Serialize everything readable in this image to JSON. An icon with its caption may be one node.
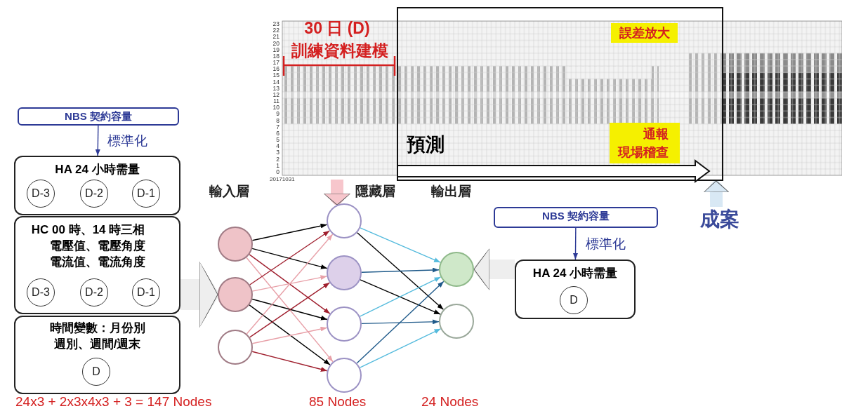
{
  "diagram": {
    "nodes": [
      {
        "text": [
          "NBS 契約容量"
        ]
      },
      {
        "text": [
          "HA 24 小時需量"
        ]
      },
      {
        "text": [
          "D-3"
        ],
        "in": 1
      },
      {
        "text": [
          "D-2"
        ],
        "in": 1
      },
      {
        "text": [
          "D-1"
        ],
        "in": 1
      },
      {
        "text": [
          "HC 00 時、14 時三相電壓值、電壓角度電流值、電流角度"
        ]
      },
      {
        "text": [
          "D-3"
        ],
        "in": 5
      },
      {
        "text": [
          "D-2"
        ],
        "in": 5
      },
      {
        "text": [
          "D-1"
        ],
        "in": 5
      },
      {
        "text": [
          "時間變數：月份別週別、週間/週末"
        ]
      },
      {
        "text": [
          "D"
        ],
        "in": 9
      },
      {
        "text": [],
        "shape": "circle"
      },
      {
        "text": [],
        "shape": "circle"
      },
      {
        "text": [],
        "shape": "circle"
      },
      {
        "text": [],
        "shape": "circle"
      },
      {
        "text": [],
        "shape": "circle"
      },
      {
        "text": [],
        "shape": "circle"
      },
      {
        "text": [],
        "shape": "circle"
      },
      {
        "text": [],
        "shape": "circle"
      },
      {
        "text": [],
        "shape": "circle"
      },
      {
        "text": [
          "NBS 契約容量"
        ]
      },
      {
        "text": [
          "HA 24 小時需量"
        ]
      },
      {
        "text": [
          "D"
        ],
        "in": 21
      },
      {
        "text": [],
        "shape": "picture",
        "beside": [
          "23",
          "22",
          "21",
          "20",
          "19",
          "18",
          "17",
          "16",
          "15",
          "14",
          "13",
          "12",
          "11",
          "10",
          "9",
          "8",
          "7",
          "6",
          "5",
          "4",
          "3",
          "2",
          "1",
          "0",
          "20171031"
        ]
      },
      {
        "text": [
          "預測"
        ]
      },
      {
        "text": [
          "誤差放大"
        ],
        "in": 24
      },
      {
        "text": [
          "通報現場稽查"
        ],
        "in": 24
      },
      {
        "text": [
          "成案"
        ]
      }
    ],
    "edges": [
      {
        "from": 0,
        "to": 1,
        "arrow": "to",
        "label": "標準化",
        "color": "#2d3a96"
      },
      {
        "from": 20,
        "to": 21,
        "arrow": "to",
        "label": "標準化",
        "color": "#2d3a96"
      },
      {
        "from": 5,
        "to": 12,
        "arrow": "to",
        "style": "thick",
        "color": "#eeeeee"
      },
      {
        "from": 21,
        "to": 18,
        "arrow": "to",
        "style": "thick",
        "color": "#eeeeee"
      },
      {
        "from": 23,
        "to": 14,
        "arrow": "to",
        "style": "thick",
        "color": "#f7c6cc"
      },
      {
        "from": 27,
        "to": 24,
        "arrow": "to",
        "style": "thick",
        "color": "#d8e8f4"
      },
      {
        "from": 11,
        "to": 14,
        "arrow": "to"
      },
      {
        "from": 11,
        "to": 15,
        "arrow": "to"
      },
      {
        "from": 11,
        "to": 16,
        "arrow": "to",
        "color": "#a0202f"
      },
      {
        "from": 11,
        "to": 17,
        "arrow": "to",
        "color": "#e8a0a8"
      },
      {
        "from": 12,
        "to": 14,
        "arrow": "to",
        "color": "#a0202f"
      },
      {
        "from": 12,
        "to": 15,
        "arrow": "to",
        "color": "#e8a0a8"
      },
      {
        "from": 12,
        "to": 16,
        "arrow": "to"
      },
      {
        "from": 12,
        "to": 17,
        "arrow": "to"
      },
      {
        "from": 13,
        "to": 14,
        "arrow": "to",
        "color": "#e8a0a8"
      },
      {
        "from": 13,
        "to": 15,
        "arrow": "to",
        "color": "#a0202f"
      },
      {
        "from": 13,
        "to": 16,
        "arrow": "to",
        "color": "#e8a0a8"
      },
      {
        "from": 13,
        "to": 17,
        "arrow": "to",
        "color": "#a0202f"
      },
      {
        "from": 14,
        "to": 18,
        "arrow": "to",
        "color": "#55bbdd"
      },
      {
        "from": 14,
        "to": 19,
        "arrow": "to"
      },
      {
        "from": 15,
        "to": 18,
        "arrow": "to",
        "color": "#1f5a8a"
      },
      {
        "from": 15,
        "to": 19,
        "arrow": "to"
      },
      {
        "from": 16,
        "to": 18,
        "arrow": "to",
        "color": "#55bbdd"
      },
      {
        "from": 16,
        "to": 19,
        "arrow": "to",
        "color": "#1f5a8a"
      },
      {
        "from": 17,
        "to": 18,
        "arrow": "to",
        "color": "#1f5a8a"
      },
      {
        "from": 17,
        "to": 19,
        "arrow": "to",
        "color": "#55bbdd"
      }
    ],
    "labels": [
      "30 日 (D)",
      "訓練資料建模",
      "輸入層",
      "隱藏層",
      "輸出層",
      "24x3 + 2x3x4x3 + 3 = 147 Nodes",
      "85 Nodes",
      "24 Nodes"
    ]
  }
}
